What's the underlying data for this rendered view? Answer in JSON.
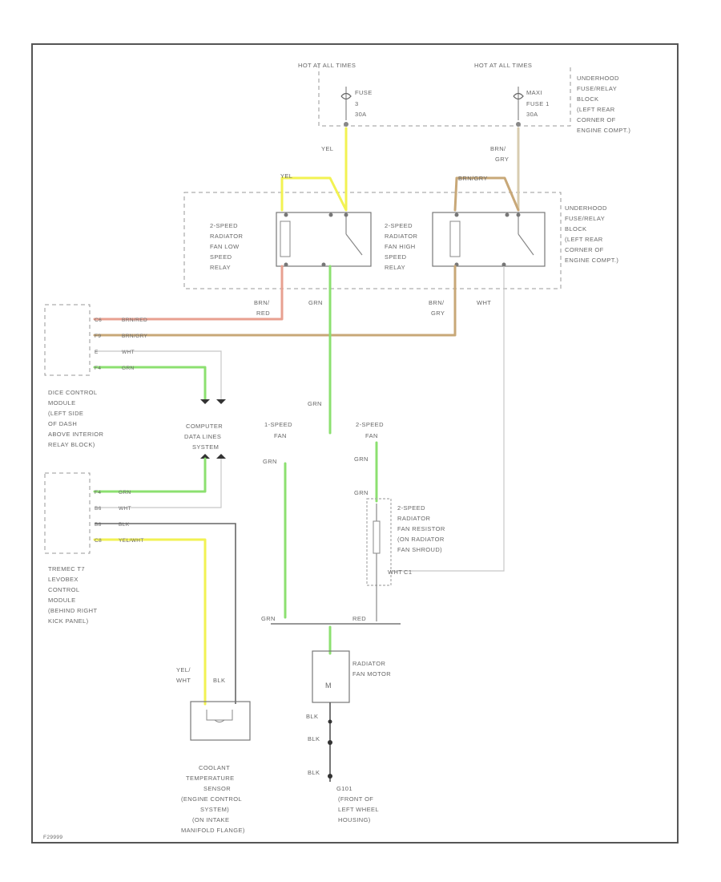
{
  "power": {
    "hot_left": "HOT AT ALL TIMES",
    "hot_right": "HOT AT ALL TIMES",
    "fuse_left": [
      "FUSE",
      "3",
      "30A"
    ],
    "fuse_right": [
      "MAXI",
      "FUSE 1",
      "30A"
    ],
    "fuse_block_desc": [
      "UNDERHOOD",
      "FUSE/RELAY",
      "BLOCK",
      "(LEFT REAR",
      "CORNER OF",
      "ENGINE COMPT.)"
    ]
  },
  "relays": {
    "low": [
      "2-SPEED",
      "RADIATOR",
      "FAN LOW",
      "SPEED",
      "RELAY"
    ],
    "high": [
      "2-SPEED",
      "RADIATOR",
      "FAN HIGH",
      "SPEED",
      "RELAY"
    ],
    "block_desc": [
      "UNDERHOOD",
      "FUSE/RELAY",
      "BLOCK",
      "(LEFT REAR",
      "CORNER OF",
      "ENGINE COMPT.)"
    ]
  },
  "wires": {
    "yel_top": "YEL",
    "brn_gry_top": [
      "BRN/",
      "GRY"
    ],
    "yel_mid": "YEL",
    "brn_gry_mid": "BRN/GRY",
    "brn_red": [
      "BRN/",
      "RED"
    ],
    "grn_mid": "GRN",
    "brn_gry_low": [
      "BRN/",
      "GRY"
    ],
    "wht_mid": "WHT",
    "grn_vertical": "GRN",
    "speed1_grn": "GRN",
    "speed2_grn": "GRN",
    "resistor_grn": "GRN",
    "resistor_wht": "WHT",
    "bottom_grn": "GRN",
    "bottom_red": "RED",
    "blk1": "BLK",
    "blk2": "BLK",
    "blk3": "BLK",
    "yel_wht": [
      "YEL/",
      "WHT"
    ],
    "blk_sensor": "BLK"
  },
  "dcm": {
    "pins": [
      {
        "num": "C6",
        "color": "BRN/RED"
      },
      {
        "num": "F9",
        "color": "BRN/GRY"
      },
      {
        "num": "E",
        "color": "WHT"
      },
      {
        "num": "F4",
        "color": "GRN"
      }
    ],
    "label": [
      "DICE CONTROL",
      "MODULE",
      "(LEFT SIDE",
      "OF DASH",
      "ABOVE INTERIOR",
      "RELAY BLOCK)"
    ]
  },
  "splice": {
    "label": [
      "COMPUTER",
      "DATA LINES",
      "SYSTEM"
    ]
  },
  "pcm": {
    "pins": [
      {
        "num": "F4",
        "color": "GRN"
      },
      {
        "num": "B6",
        "color": "WHT"
      },
      {
        "num": "B8",
        "color": "BLK"
      },
      {
        "num": "C8",
        "color": "YEL/WHT"
      }
    ],
    "label": [
      "TREMEC T7",
      "LEVOBEX",
      "CONTROL",
      "MODULE",
      "(BEHIND RIGHT",
      "KICK PANEL)"
    ]
  },
  "fan_speed": {
    "speed1": [
      "1-SPEED",
      "FAN"
    ],
    "speed2": [
      "2-SPEED",
      "FAN"
    ]
  },
  "resistor": {
    "label": [
      "2-SPEED",
      "RADIATOR",
      "FAN RESISTOR",
      "(ON RADIATOR",
      "FAN SHROUD)"
    ],
    "pin": "C1"
  },
  "motor": {
    "label": [
      "RADIATOR",
      "FAN MOTOR"
    ],
    "symbol": "M"
  },
  "sensor": {
    "label": [
      "COOLANT",
      "TEMPERATURE",
      "SENSOR",
      "(ENGINE CONTROL",
      "SYSTEM)",
      "(ON INTAKE",
      "MANIFOLD FLANGE)"
    ]
  },
  "ground": {
    "name": "G101",
    "label": [
      "(FRONT OF",
      "LEFT WHEEL",
      "HOUSING)"
    ]
  },
  "footer": {
    "code": "F29999"
  },
  "colors": {
    "yellow": "#f2f252",
    "brown_gray": "#c8a878",
    "brown_red": "#e8a090",
    "green": "#8ce070",
    "dark": "#555555",
    "light": "#cccccc"
  }
}
